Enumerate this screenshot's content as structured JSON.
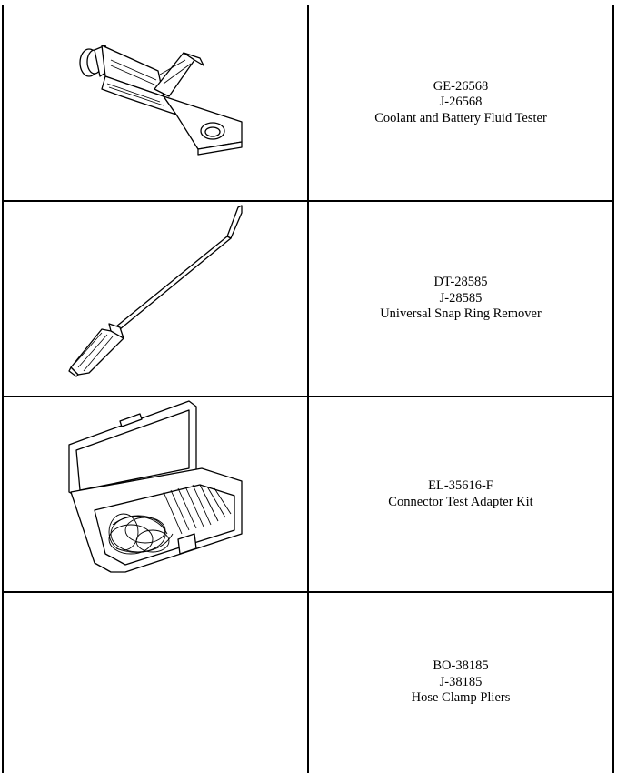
{
  "tools": [
    {
      "image": "coolant-tester-illustration",
      "lines": [
        "GE-26568",
        "J-26568",
        "Coolant and Battery Fluid Tester"
      ]
    },
    {
      "image": "snap-ring-remover-illustration",
      "lines": [
        "DT-28585",
        "J-28585",
        "Universal Snap Ring Remover"
      ]
    },
    {
      "image": "connector-kit-illustration",
      "lines": [
        "EL-35616-F",
        "Connector Test Adapter Kit"
      ]
    },
    {
      "image": "",
      "lines": [
        "BO-38185",
        "J-38185",
        "Hose Clamp Pliers"
      ]
    }
  ]
}
